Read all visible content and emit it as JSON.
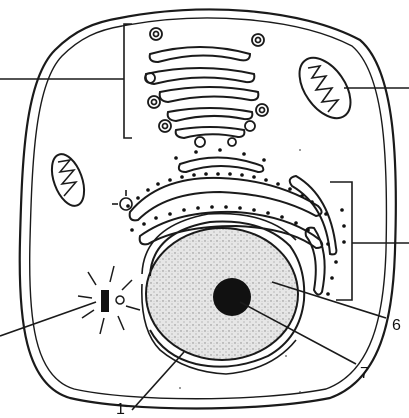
{
  "labels": {
    "nucleolus_number": "7",
    "nucleus_number": "6",
    "nuclear_envelope_number": "1"
  },
  "colors": {
    "ink": "#1a1a1a",
    "nucleoplasm": "#d9d9d9",
    "nucleolus": "#111111",
    "background": "#ffffff"
  }
}
